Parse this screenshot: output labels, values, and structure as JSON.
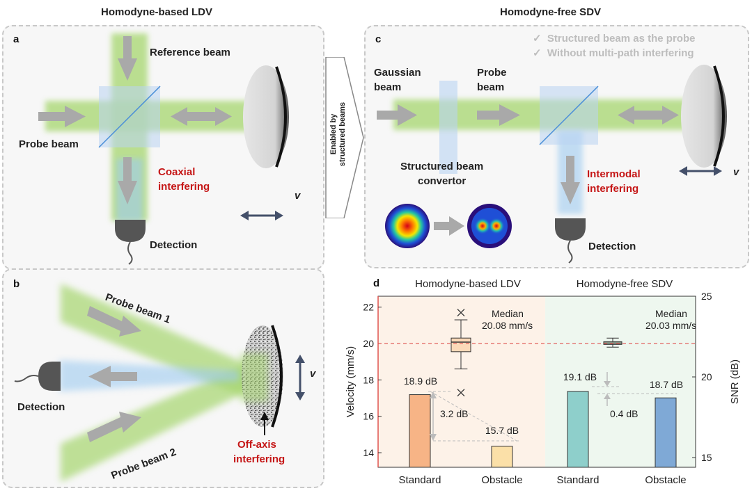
{
  "titles": {
    "left": "Homodyne-based LDV",
    "right": "Homodyne-free SDV"
  },
  "panel_a": {
    "letter": "a",
    "reference_beam": "Reference beam",
    "probe_beam": "Probe beam",
    "coaxial": "Coaxial",
    "interfering": "interfering",
    "detection": "Detection",
    "v": "v"
  },
  "panel_b": {
    "letter": "b",
    "probe_beam_1": "Probe beam 1",
    "probe_beam_2": "Probe beam 2",
    "detection": "Detection",
    "off_axis": "Off-axis",
    "interfering": "interfering",
    "v": "v"
  },
  "middle_arrow": {
    "line1": "Enabled by",
    "line2": "structured beams"
  },
  "panel_c": {
    "letter": "c",
    "check1": "Structured beam as the probe",
    "check2": "Without multi-path interfering",
    "gaussian": "Gaussian",
    "beam": "beam",
    "probe": "Probe",
    "probe_beam2": "beam",
    "structured": "Structured beam",
    "convertor": "convertor",
    "intermodal": "Intermodal",
    "interfering": "interfering",
    "detection": "Detection",
    "v": "v"
  },
  "panel_d": {
    "letter": "d",
    "left_header": "Homodyne-based LDV",
    "right_header": "Homodyne-free SDV",
    "median_label": "Median",
    "median_left": "20.08 mm/s",
    "median_right": "20.03 mm/s",
    "bar_label_1": "18.9 dB",
    "bar_label_2": "15.7 dB",
    "bar_label_3": "19.1 dB",
    "bar_label_4": "18.7 dB",
    "diff_left": "3.2 dB",
    "diff_right": "0.4 dB"
  },
  "colors": {
    "beam_green": "#a6d66e",
    "beam_blue": "#9ecbf0",
    "arrow_gray": "#a9a9a9",
    "accent_red": "#c51616",
    "bar_orange": "#f7b486",
    "bar_light_orange": "#fbe0a8",
    "bar_teal": "#8ecfcb",
    "bar_blue": "#7fa9d6",
    "panel_bg": "#f7f7f7"
  },
  "chart_data": {
    "type": "bar",
    "categories": [
      "Standard",
      "Obstacle",
      "Standard",
      "Obstacle"
    ],
    "groups": [
      "Homodyne-based LDV",
      "Homodyne-based LDV",
      "Homodyne-free SDV",
      "Homodyne-free SDV"
    ],
    "series": [
      {
        "axis": "right",
        "values": [
          18.9,
          15.7,
          19.1,
          18.7
        ]
      }
    ],
    "boxplots": [
      {
        "group": "Homodyne-based LDV",
        "axis": "left",
        "median": 20.08,
        "q1": 19.55,
        "q3": 20.3,
        "whisker_low": 18.6,
        "whisker_high": 21.3,
        "outliers": [
          21.7,
          17.3
        ]
      },
      {
        "group": "Homodyne-free SDV",
        "axis": "left",
        "median": 20.03,
        "q1": 19.95,
        "q3": 20.1,
        "whisker_low": 19.8,
        "whisker_high": 20.3,
        "outliers": []
      }
    ],
    "reference_line": {
      "axis": "left",
      "value": 20
    },
    "ylabel": "Velocity (mm/s)",
    "ylabel_right": "SNR (dB)",
    "ylim": [
      13.2,
      22.6
    ],
    "ylim_right": [
      14.4,
      25
    ],
    "yticks": [
      14,
      16,
      18,
      20,
      22
    ],
    "yticks_right": [
      15,
      20,
      25
    ]
  }
}
